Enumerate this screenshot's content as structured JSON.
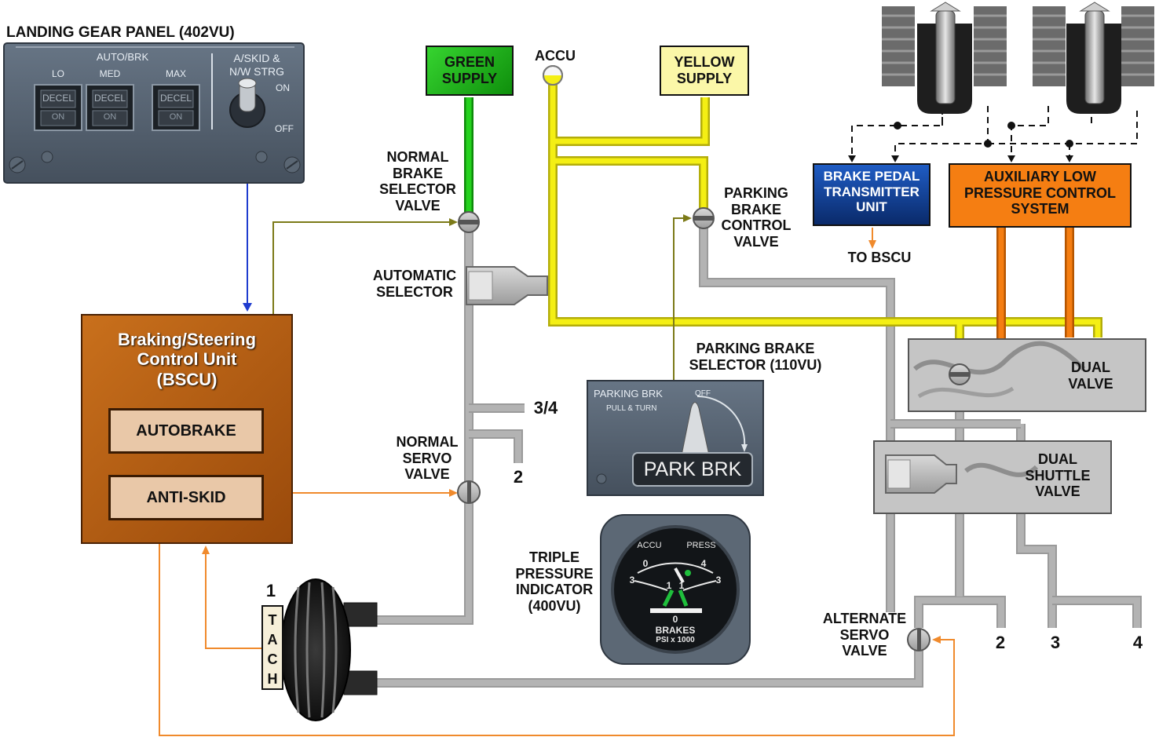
{
  "landing_gear_panel": {
    "title": "LANDING GEAR PANEL (402VU)",
    "autobrk_label": "AUTO/BRK",
    "lo": "LO",
    "med": "MED",
    "max": "MAX",
    "decel": "DECEL",
    "on": "ON",
    "askid_line1": "A/SKID &",
    "askid_line2": "N/W STRG",
    "switch_on": "ON",
    "switch_off": "OFF"
  },
  "bscu": {
    "line1": "Braking/Steering",
    "line2": "Control Unit",
    "line3": "(BSCU)",
    "autobrake": "AUTOBRAKE",
    "antiskid": "ANTI-SKID"
  },
  "supplies": {
    "green_line1": "GREEN",
    "green_line2": "SUPPLY",
    "yellow_line1": "YELLOW",
    "yellow_line2": "SUPPLY",
    "accu": "ACCU"
  },
  "valves": {
    "normal_brake_selector": [
      "NORMAL",
      "BRAKE",
      "SELECTOR",
      "VALVE"
    ],
    "automatic_selector": [
      "AUTOMATIC",
      "SELECTOR"
    ],
    "parking_brake_control": [
      "PARKING",
      "BRAKE",
      "CONTROL",
      "VALVE"
    ],
    "normal_servo": [
      "NORMAL",
      "SERVO",
      "VALVE"
    ],
    "alternate_servo": [
      "ALTERNATE",
      "SERVO",
      "VALVE"
    ],
    "dual_valve": [
      "DUAL",
      "VALVE"
    ],
    "dual_shuttle": [
      "DUAL",
      "SHUTTLE",
      "VALVE"
    ]
  },
  "brake_pedal_unit": [
    "BRAKE PEDAL",
    "TRANSMITTER",
    "UNIT"
  ],
  "to_bscu": "TO BSCU",
  "aux_system": [
    "AUXILIARY LOW",
    "PRESSURE CONTROL",
    "SYSTEM"
  ],
  "parking_brake_selector": {
    "label_line1": "PARKING BRAKE",
    "label_line2": "SELECTOR (110VU)",
    "panel_title": "PARKING BRK",
    "panel_sub": "PULL & TURN",
    "off": "OFF",
    "knob_label": "PARK BRK"
  },
  "triple_indicator": {
    "label": [
      "TRIPLE",
      "PRESSURE",
      "INDICATOR",
      "(400VU)"
    ],
    "accu": "ACCU",
    "press": "PRESS",
    "scale_0": "0",
    "scale_1": "1",
    "scale_3": "3",
    "scale_4": "4",
    "brakes": "BRAKES",
    "units": "PSI x 1000"
  },
  "tach": [
    "T",
    "A",
    "C",
    "H"
  ],
  "wheel_numbers": {
    "one": "1",
    "two_normal": "2",
    "three_four": "3/4",
    "two_alt": "2",
    "three": "3",
    "four": "4"
  },
  "colors": {
    "green": "#22b81e",
    "yellow": "#f4ef14",
    "orange": "#f47c10",
    "grey_pipe": "#b7b7b7",
    "olive": "#7c7a18",
    "signal_blue": "#1f3ccf",
    "bscu_brown": "#b35b12",
    "aux_orange": "#f57e12",
    "panel_grey": "#4f5b69"
  }
}
